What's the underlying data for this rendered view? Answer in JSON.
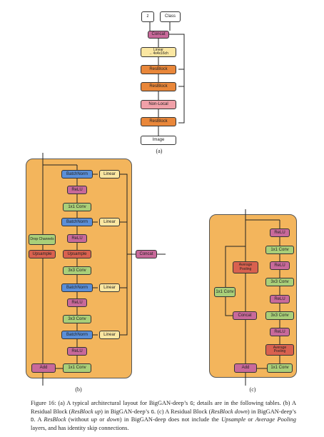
{
  "panel_a": {
    "inputs": [
      "z",
      "Class"
    ],
    "concat": "Concat",
    "linear": "Linear\n→ 4x4x16ch",
    "resblock_1": "ResBlock",
    "resblock_2": "ResBlock",
    "nonlocal": "Non-Local",
    "resblock_3": "ResBlock",
    "output": "Image",
    "label": "(a)"
  },
  "panel_b": {
    "batchnorm_1": "BatchNorm",
    "relu_1": "ReLU",
    "conv_1": "1x1 Conv",
    "batchnorm_2": "BatchNorm",
    "relu_2": "ReLU",
    "upsample_main": "Upsample",
    "conv_2": "3x3 Conv",
    "batchnorm_3": "BatchNorm",
    "relu_3": "ReLU",
    "conv_3": "3x3 Conv",
    "batchnorm_4": "BatchNorm",
    "relu_4": "ReLU",
    "conv_4": "1x1 Conv",
    "drop_channels": "Drop Channels",
    "upsample_skip": "Upsample",
    "add": "Add",
    "linear_labels": [
      "Linear",
      "Linear",
      "Linear",
      "Linear"
    ],
    "concat": "Concat",
    "label": "(b)"
  },
  "panel_c": {
    "relu_1": "ReLU",
    "conv_1": "1x1 Conv",
    "relu_2": "ReLU",
    "conv_2": "3x3 Conv",
    "relu_3": "ReLU",
    "conv_3": "3x3 Conv",
    "relu_4": "ReLU",
    "avgpool_main": "Average Pooling",
    "conv_4": "1x1 Conv",
    "avgpool_skip": "Average Pooling",
    "conv_skip": "1x1 Conv",
    "concat": "Concat",
    "add": "Add",
    "label": "(c)"
  },
  "caption": {
    "t1": "Figure 16: (a) A typical architectural layout for BigGAN-deep’s ",
    "t2": "; details are in the following tables. (b) A Residual Block (",
    "t3": "ResBlock up",
    "t4": ") in BigGAN-deep’s ",
    "t5": ". (c) A Residual Block (",
    "t6": "ResBlock down",
    "t7": ") in BigGAN-deep’s ",
    "t8": ". A ",
    "t9": "ResBlock",
    "t10": " (without ",
    "t11": "up",
    "t12": " or ",
    "t13": "down",
    "t14": ") in BigGAN-deep does not include the ",
    "t15": "Upsample",
    "t16": " or ",
    "t17": "Average Pooling",
    "t18": " layers, and has identity skip connections.",
    "sym_G": "G",
    "sym_D": "D"
  }
}
